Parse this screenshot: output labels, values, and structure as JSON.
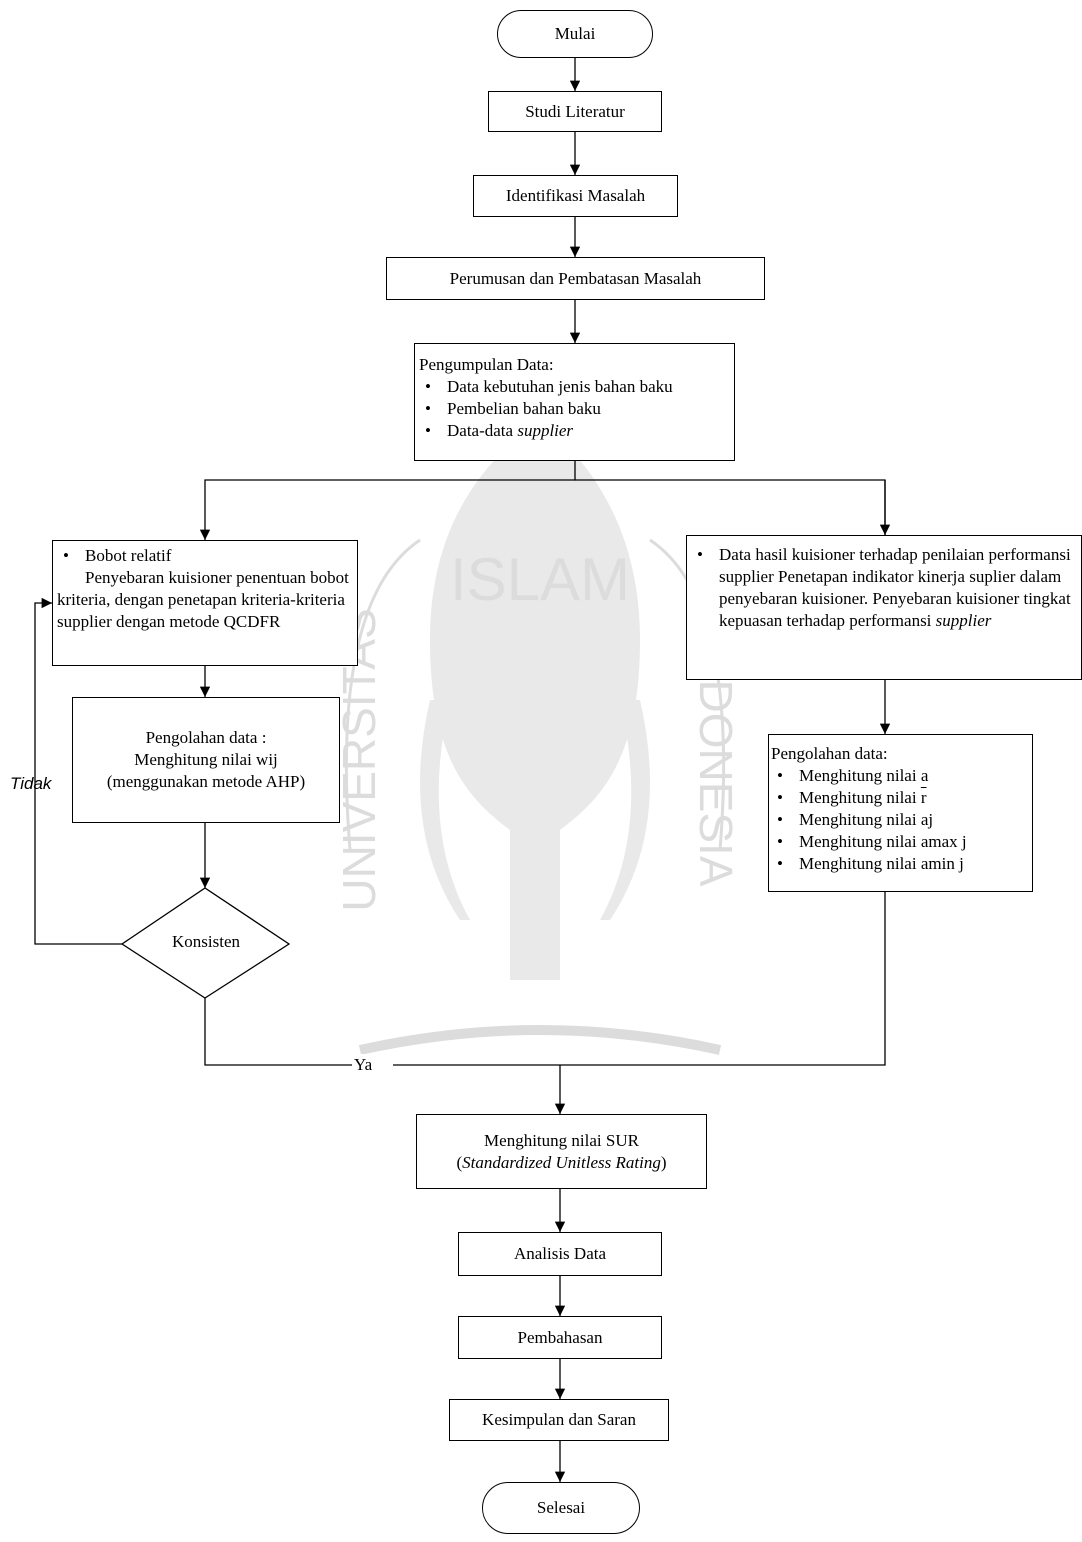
{
  "flowchart": {
    "start": "Mulai",
    "studi": "Studi Literatur",
    "identifikasi": "Identifikasi Masalah",
    "perumusan": "Perumusan dan Pembatasan Masalah",
    "pengumpulan": {
      "title": "Pengumpulan Data:",
      "items": [
        "Data kebutuhan jenis bahan baku",
        "Pembelian bahan baku",
        "Data-data "
      ],
      "italic_suffix": "supplier"
    },
    "bobot": {
      "bullet": "Bobot relatif",
      "text": "Penyebaran kuisioner penentuan bobot kriteria, dengan penetapan kriteria-kriteria supplier dengan metode QCDFR"
    },
    "kuisioner": {
      "text": "Data hasil kuisioner terhadap penilaian performansi supplier Penetapan indikator kinerja suplier dalam penyebaran kuisioner. Penyebaran kuisioner tingkat kepuasan terhadap performansi ",
      "italic_suffix": "supplier"
    },
    "pengolahan_left": {
      "line1": "Pengolahan data :",
      "line2": "Menghitung nilai wij",
      "line3": "(menggunakan metode AHP)"
    },
    "pengolahan_right": {
      "title": "Pengolahan data:",
      "items": [
        "Menghitung nilai a",
        "Menghitung nilai ",
        "Menghitung nilai aj",
        "Menghitung nilai amax j",
        "Menghitung nilai amin j"
      ],
      "overline_symbol": "r"
    },
    "konsisten": "Konsisten",
    "tidak": "Tidak",
    "ya": "Ya",
    "sur": {
      "line1": "Menghitung nilai SUR",
      "open": "(",
      "italic": "Standardized Unitless Rating",
      "close": ")"
    },
    "analisis": "Analisis Data",
    "pembahasan": "Pembahasan",
    "kesimpulan": "Kesimpulan dan Saran",
    "end": "Selesai"
  },
  "watermark": {
    "top_text": "ISLAM",
    "left_text": "UNIVERSITAS",
    "right_text": "INDONESIA",
    "color": "#d3d3d3"
  }
}
